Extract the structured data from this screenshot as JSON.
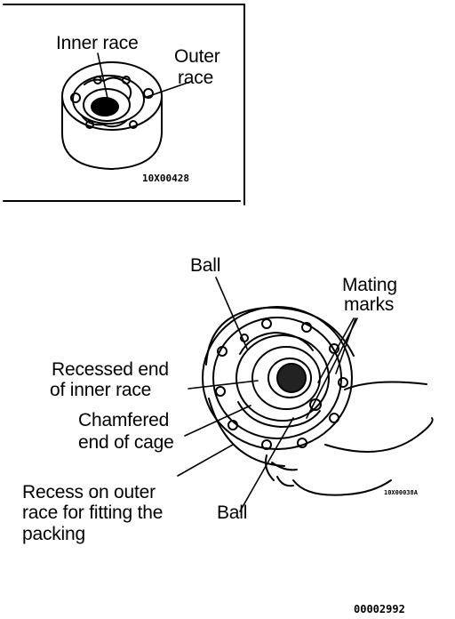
{
  "figure_top": {
    "labels": {
      "inner_race": "Inner race",
      "outer_race_1": "Outer",
      "outer_race_2": "race"
    },
    "code": "10X00428"
  },
  "figure_bottom": {
    "labels": {
      "ball_top": "Ball",
      "mating_marks_1": "Mating",
      "mating_marks_2": "marks",
      "recessed_1": "Recessed end",
      "recessed_2": "of inner race",
      "chamfered_1": "Chamfered",
      "chamfered_2": "end of cage",
      "recess_1": "Recess on outer",
      "recess_2": "race for fitting the",
      "recess_3": "packing",
      "ball_bottom": "Ball"
    },
    "code": "10X00038A"
  },
  "page_code": "00002992"
}
